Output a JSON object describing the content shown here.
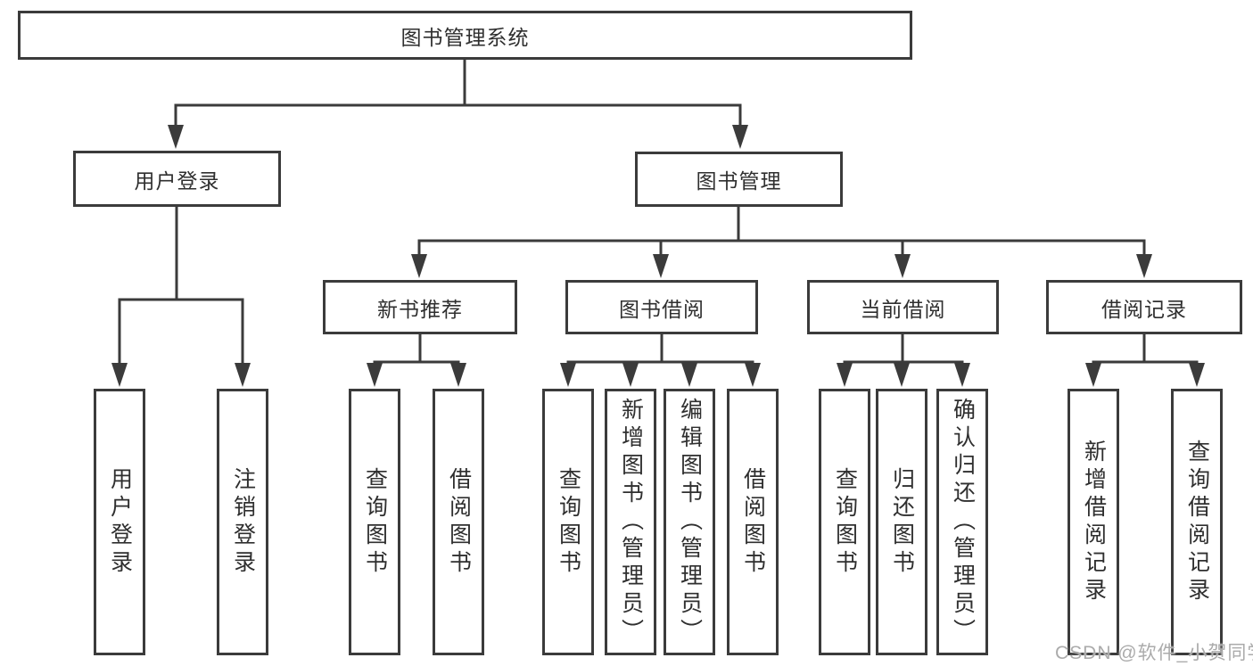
{
  "colors": {
    "line": "#3b3b3b",
    "box_border": "#3b3b3b",
    "text": "#2f2f2f",
    "watermark": "#ababab",
    "background": "#ffffff"
  },
  "watermark": {
    "text": "CSDN @软件_小贺同学"
  },
  "tree": {
    "root": {
      "label": "图书管理系统"
    },
    "children": [
      {
        "label": "用户登录",
        "children": [
          {
            "label": "用户登录"
          },
          {
            "label": "注销登录"
          }
        ]
      },
      {
        "label": "图书管理",
        "children": [
          {
            "label": "新书推荐",
            "children": [
              {
                "label": "查询图书"
              },
              {
                "label": "借阅图书"
              }
            ]
          },
          {
            "label": "图书借阅",
            "children": [
              {
                "label": "查询图书"
              },
              {
                "label": "新增图书（管理员）"
              },
              {
                "label": "编辑图书（管理员）"
              },
              {
                "label": "借阅图书"
              }
            ]
          },
          {
            "label": "当前借阅",
            "children": [
              {
                "label": "查询图书"
              },
              {
                "label": "归还图书"
              },
              {
                "label": "确认归还（管理员）"
              }
            ]
          },
          {
            "label": "借阅记录",
            "children": [
              {
                "label": "新增借阅记录"
              },
              {
                "label": "查询借阅记录"
              }
            ]
          }
        ]
      }
    ]
  }
}
